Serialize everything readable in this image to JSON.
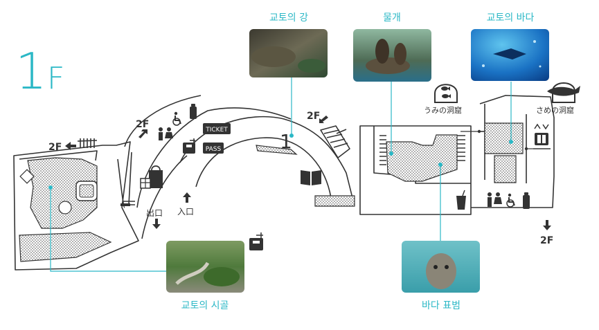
{
  "floor": {
    "number": "1",
    "letter": "F"
  },
  "photos": {
    "river": {
      "label": "교토의 강"
    },
    "seal": {
      "label": "물개"
    },
    "sea": {
      "label": "교토의 바다"
    },
    "countryside": {
      "label": "교토의 시골"
    },
    "harbor_seal": {
      "label": "바다 표범"
    }
  },
  "map_labels": {
    "to_2f_left": "2F",
    "to_2f_upper": "2F",
    "to_2f_mid": "2F",
    "to_2f_right": "2F",
    "exit": "出口",
    "entrance": "入口",
    "ticket": "TICKET",
    "pass": "PASS",
    "umi_cave": "うみの洞窟",
    "same_cave": "さめの洞窟",
    "zone_number": "1"
  },
  "colors": {
    "accent": "#2bb8c6",
    "ink": "#333333"
  },
  "icons": [
    "restroom-icon",
    "wheelchair-icon",
    "baby-bottle-icon",
    "locker-icon",
    "gift-shop-icon",
    "book-icon",
    "drink-icon",
    "fish-icon",
    "shark-icon",
    "stairs-icon",
    "arrow-icon"
  ]
}
